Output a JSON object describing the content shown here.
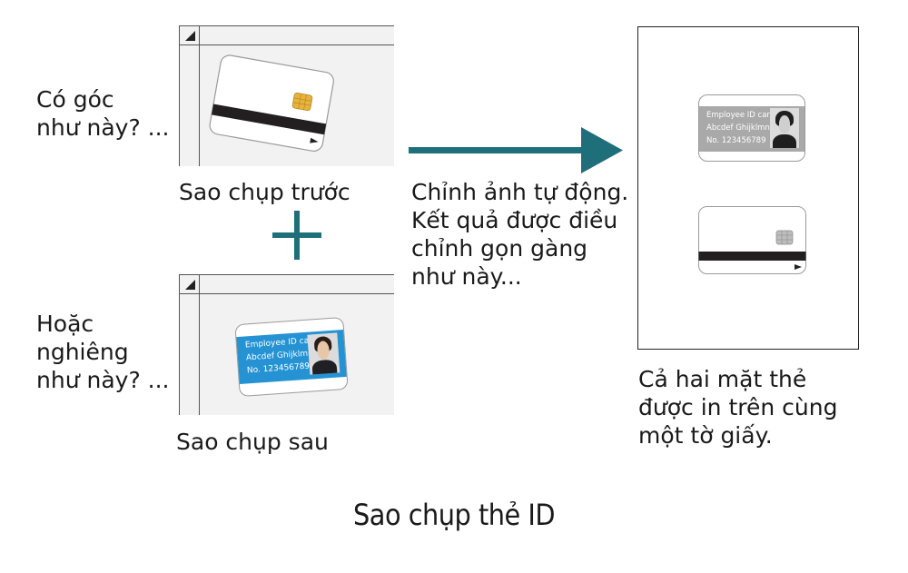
{
  "title": "Sao chụp thẻ ID",
  "left_labels": {
    "top": "Có góc\nnhư này? ...",
    "bottom": "Hoặc\nnghiêng\nnhư này? ..."
  },
  "scan_captions": {
    "front": "Sao chụp trước",
    "back": "Sao chụp sau"
  },
  "process_text": "Chỉnh ảnh tự động.\nKết quả được điều\nchỉnh gọn gàng\nnhư này...",
  "result_text": "Cả hai mặt thẻ\nđược in trên cùng\nmột tờ giấy.",
  "id_card": {
    "line1": "Employee ID card",
    "line2": "Abcdef Ghijklmn",
    "line3": "No. 123456789"
  },
  "colors": {
    "accent_teal": "#1f6f7a",
    "card_blue": "#2492d3",
    "card_gray": "#a9a9a9",
    "glass_bg": "#f2f2f2",
    "chip_gold": "#e7b43a"
  },
  "icons": [
    "plus-icon",
    "arrow-right-icon",
    "chip-icon"
  ]
}
